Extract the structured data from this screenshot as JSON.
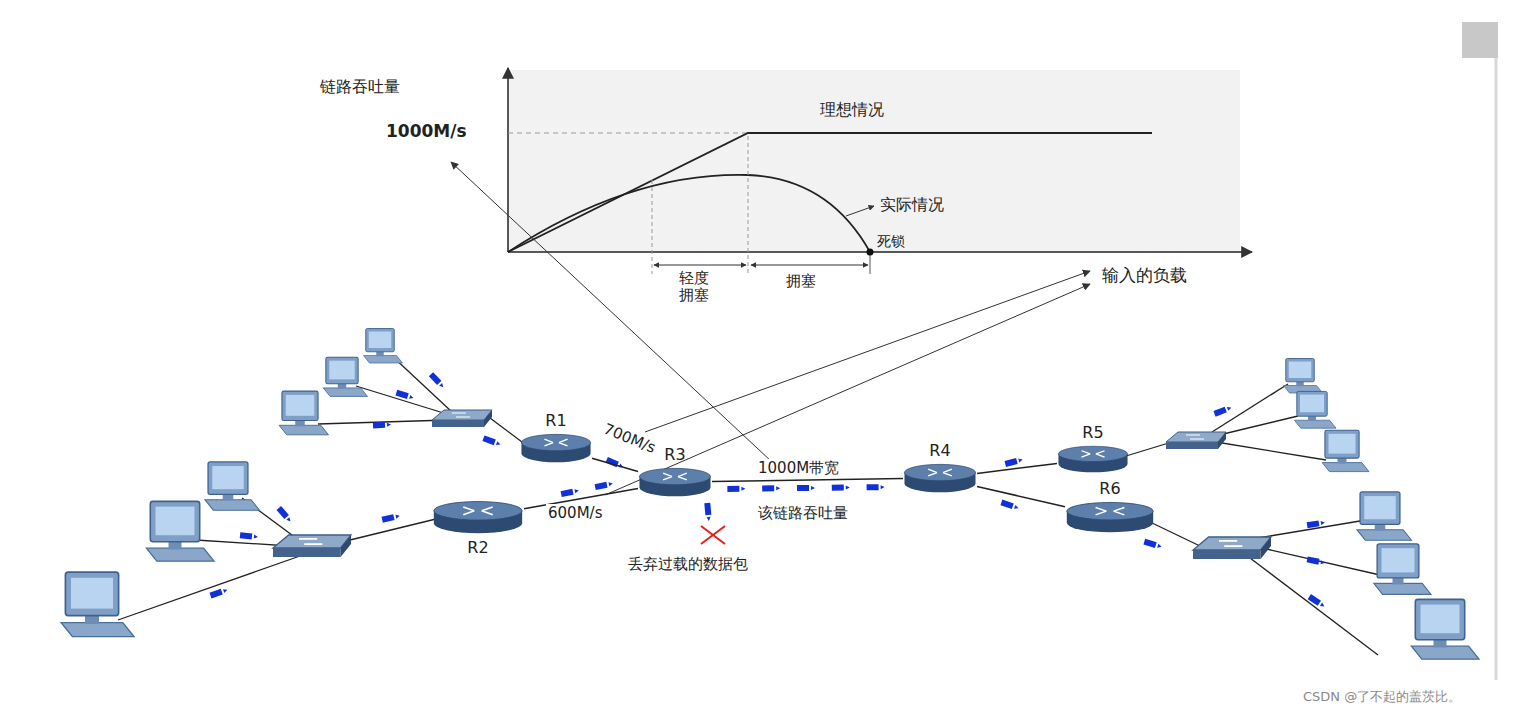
{
  "diagram": {
    "nodes": [
      {
        "text": [
          "R1"
        ]
      },
      {
        "text": [
          "R2"
        ]
      },
      {
        "text": [
          "R3"
        ]
      },
      {
        "text": [
          "R4"
        ]
      },
      {
        "text": [
          "R5"
        ]
      },
      {
        "text": [
          "R6"
        ]
      }
    ],
    "edges": [
      {
        "from": 0,
        "to": 2,
        "arrow": "none",
        "label": "700M/s"
      },
      {
        "from": 1,
        "to": 2,
        "arrow": "none",
        "label": "600M/s"
      },
      {
        "from": 2,
        "to": 3,
        "arrow": "none",
        "label": "1000M带宽"
      },
      {
        "from": 3,
        "to": 4,
        "arrow": "none"
      },
      {
        "from": 3,
        "to": 5,
        "arrow": "none"
      }
    ],
    "labels": [
      "链路吞吐量",
      "1000M/s",
      "理想情况",
      "实际情况",
      "死锁",
      "轻度 拥塞",
      "拥塞",
      "输入的负载",
      "该链路吞吐量",
      "丢弃过载的数据包",
      "CSDN @了不起的盖茨比。"
    ]
  }
}
